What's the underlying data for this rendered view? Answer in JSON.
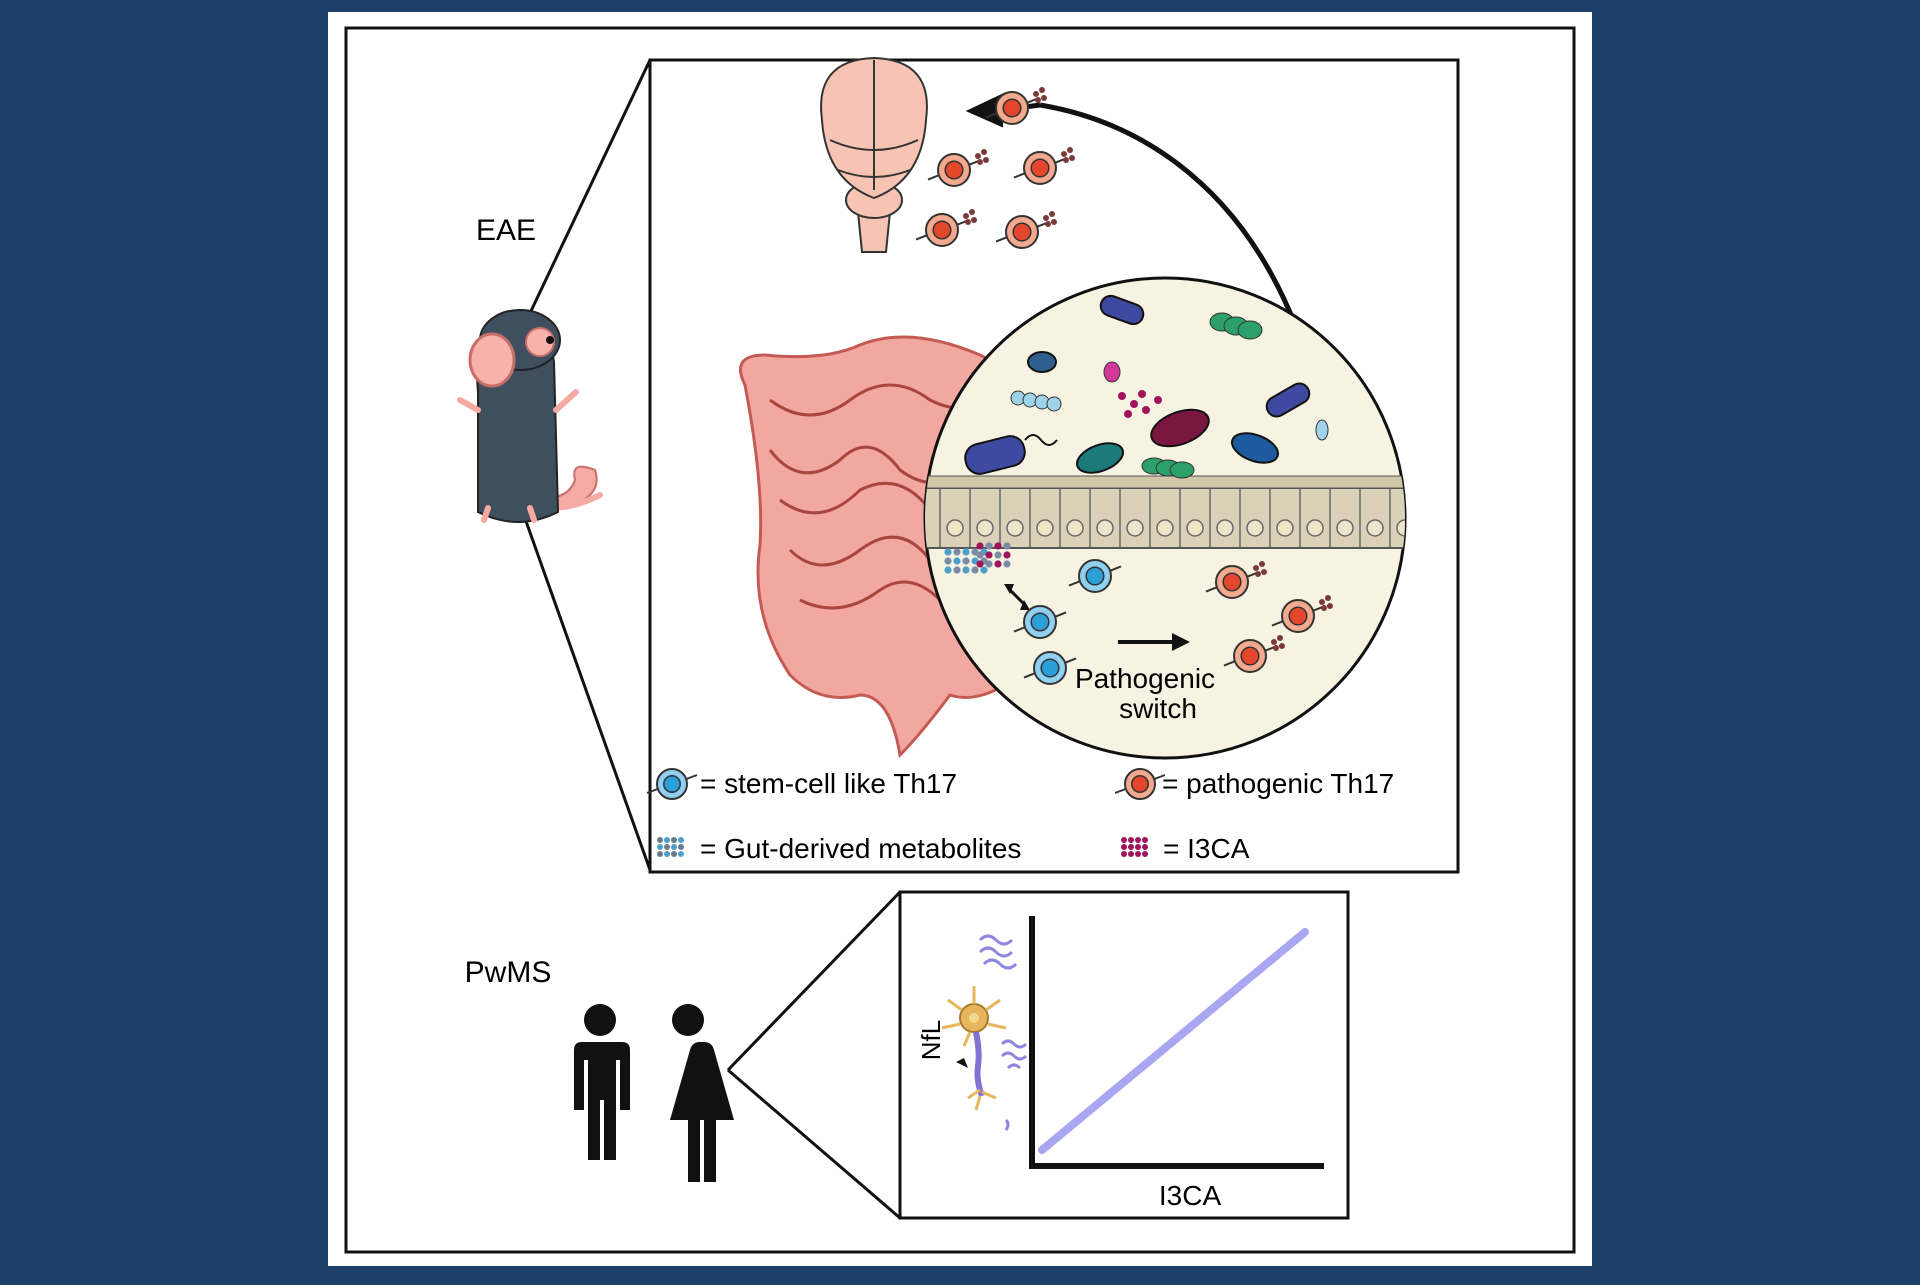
{
  "labels": {
    "eae": "EAE",
    "pwms": "PwMS",
    "pathogenic_line1": "Pathogenic",
    "pathogenic_line2": "switch",
    "y_axis": "NfL",
    "x_axis": "I3CA"
  },
  "legend": {
    "stem_cell": "= stem-cell like Th17",
    "pathogenic": "= pathogenic Th17",
    "gut_metabolites": "= Gut-derived metabolites",
    "i3ca": "= I3CA"
  },
  "colors": {
    "background": "#1b3f66",
    "stem_cell_fill": "#8fd0ee",
    "stem_cell_core": "#2a9fd8",
    "pathogenic_fill": "#f3a98d",
    "pathogenic_core": "#e2462b",
    "gut": "#f2a8a0",
    "brain": "#f7c4b4",
    "i3ca_dots": "#a0135c",
    "trend_line": "#a9a6f2"
  },
  "icons": [
    "mouse-icon",
    "brain-icon",
    "intestine-icon",
    "bacteria-icon",
    "neuron-icon",
    "people-icon"
  ]
}
